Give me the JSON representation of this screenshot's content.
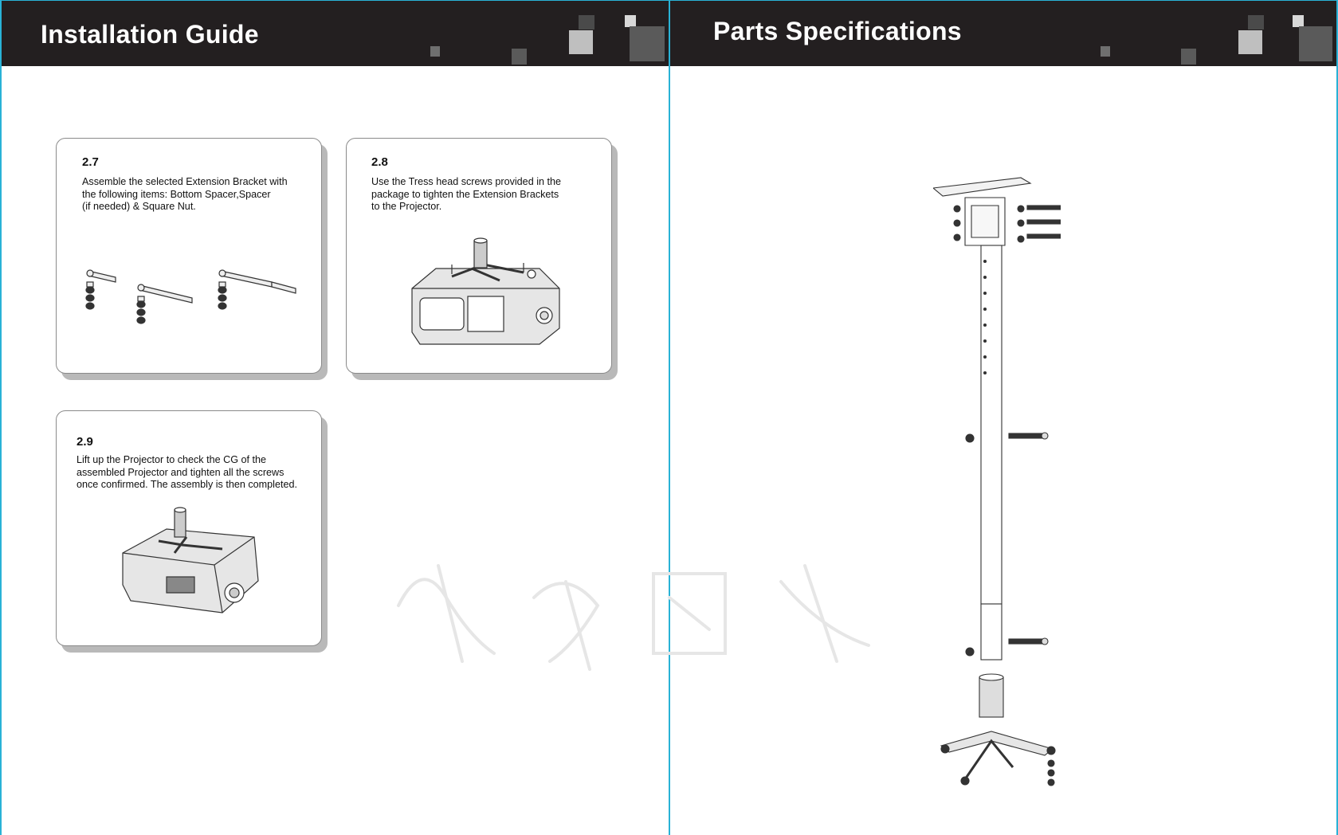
{
  "left_page": {
    "header": {
      "title": "Installation Guide"
    },
    "steps": [
      {
        "number": "2.7",
        "lines": [
          "Assemble the selected Extension Bracket with",
          "the following items: Bottom Spacer,Spacer",
          "(if needed) & Square Nut."
        ],
        "illustration": "extension-brackets-with-spacers"
      },
      {
        "number": "2.8",
        "lines": [
          "Use the Tress head screws provided in the",
          "package to tighten the Extension Brackets",
          "to the Projector."
        ],
        "illustration": "projector-with-bracket-screws"
      },
      {
        "number": "2.9",
        "lines": [
          "Lift up the Projector to check the CG of the",
          "assembled Projector and tighten all the screws",
          "once confirmed. The assembly is then completed."
        ],
        "illustration": "assembled-projector-mount"
      }
    ]
  },
  "right_page": {
    "header": {
      "title": "Parts Specifications"
    },
    "illustration": "ceiling-mount-exploded-view"
  },
  "colors": {
    "header_bg": "#231f20",
    "header_text": "#ffffff",
    "page_border": "#29b2d6",
    "card_border": "#8a8a8a",
    "card_shadow": "#b9b9b9"
  }
}
